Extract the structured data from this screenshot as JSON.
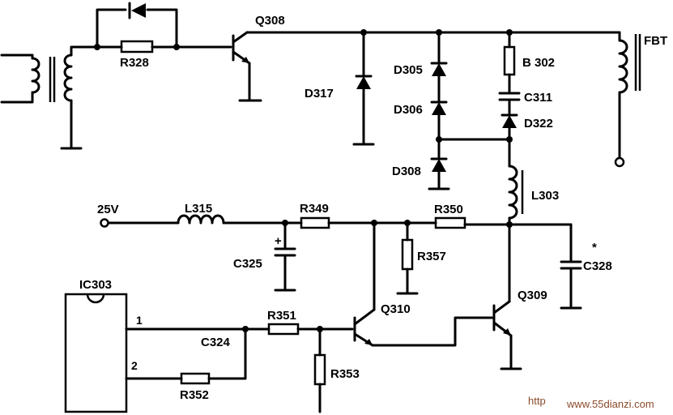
{
  "components": {
    "q308": "Q308",
    "r328": "R328",
    "d317": "D317",
    "d305": "D305",
    "d306": "D306",
    "d308": "D308",
    "b302": "B 302",
    "c311": "C311",
    "d322": "D322",
    "fbt": "FBT",
    "l303": "L303",
    "supply": "25V",
    "l315": "L315",
    "r349": "R349",
    "r350": "R350",
    "c325": "C325",
    "r357": "R357",
    "c328": "C328",
    "c328_mark": "*",
    "ic303": "IC303",
    "pin1": "1",
    "pin2": "2",
    "c324": "C324",
    "r351": "R351",
    "q310": "Q310",
    "q309": "Q309",
    "r353": "R353",
    "r352": "R352",
    "plus": "+"
  },
  "watermark": {
    "prefix": "http",
    "site": "www.55dianzi.com"
  }
}
